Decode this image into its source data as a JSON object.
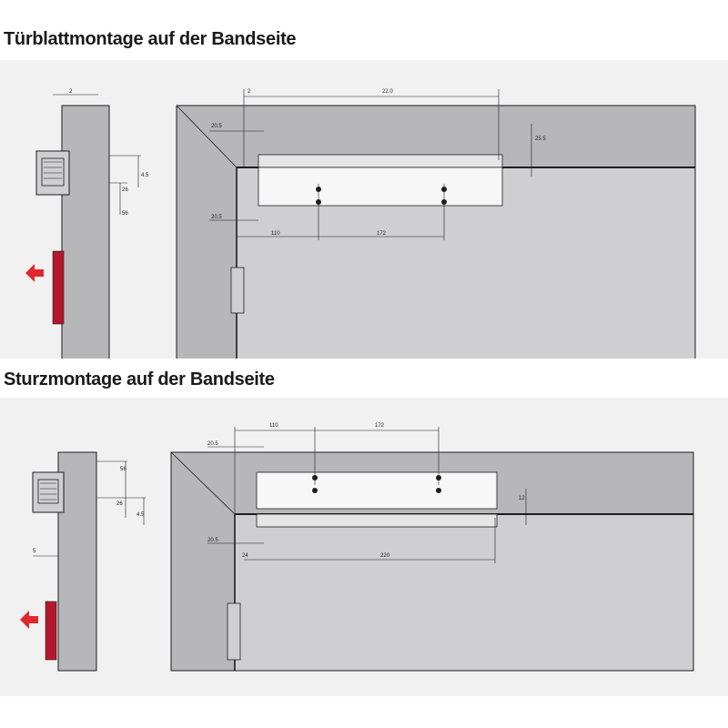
{
  "headings": {
    "top": "Türblattmontage auf der Bandseite",
    "bottom": "Sturzmontage auf der Bandseite"
  },
  "dimensions": {
    "top": {
      "frame_offset": "2",
      "gap_small": "2",
      "width_arm": "22.0",
      "height_offset": "20.5",
      "vertical_right": "25.5",
      "lower_left": "20.5",
      "pitch_a": "110",
      "pitch_b": "172",
      "side_a": "4.5",
      "side_b": "26",
      "side_c": "56"
    },
    "bottom": {
      "pitch_a": "110",
      "pitch_b": "172",
      "upper_left": "20.5",
      "lower_left": "20.5",
      "gap_small": "24",
      "width_arm": "220",
      "vertical_right": "12",
      "side_a": "56",
      "side_b": "26",
      "side_c": "4.5",
      "frame_offset": "5"
    }
  },
  "colors": {
    "wall": "#b7b7b9",
    "door": "#cfcfd1",
    "panel_bg": "#f1f1f1",
    "line": "#1e1e1e",
    "hinge_red": "#b3172b",
    "arrow_red": "#e0282f"
  },
  "icons": {
    "push_arrow": "arrow-left-icon"
  }
}
